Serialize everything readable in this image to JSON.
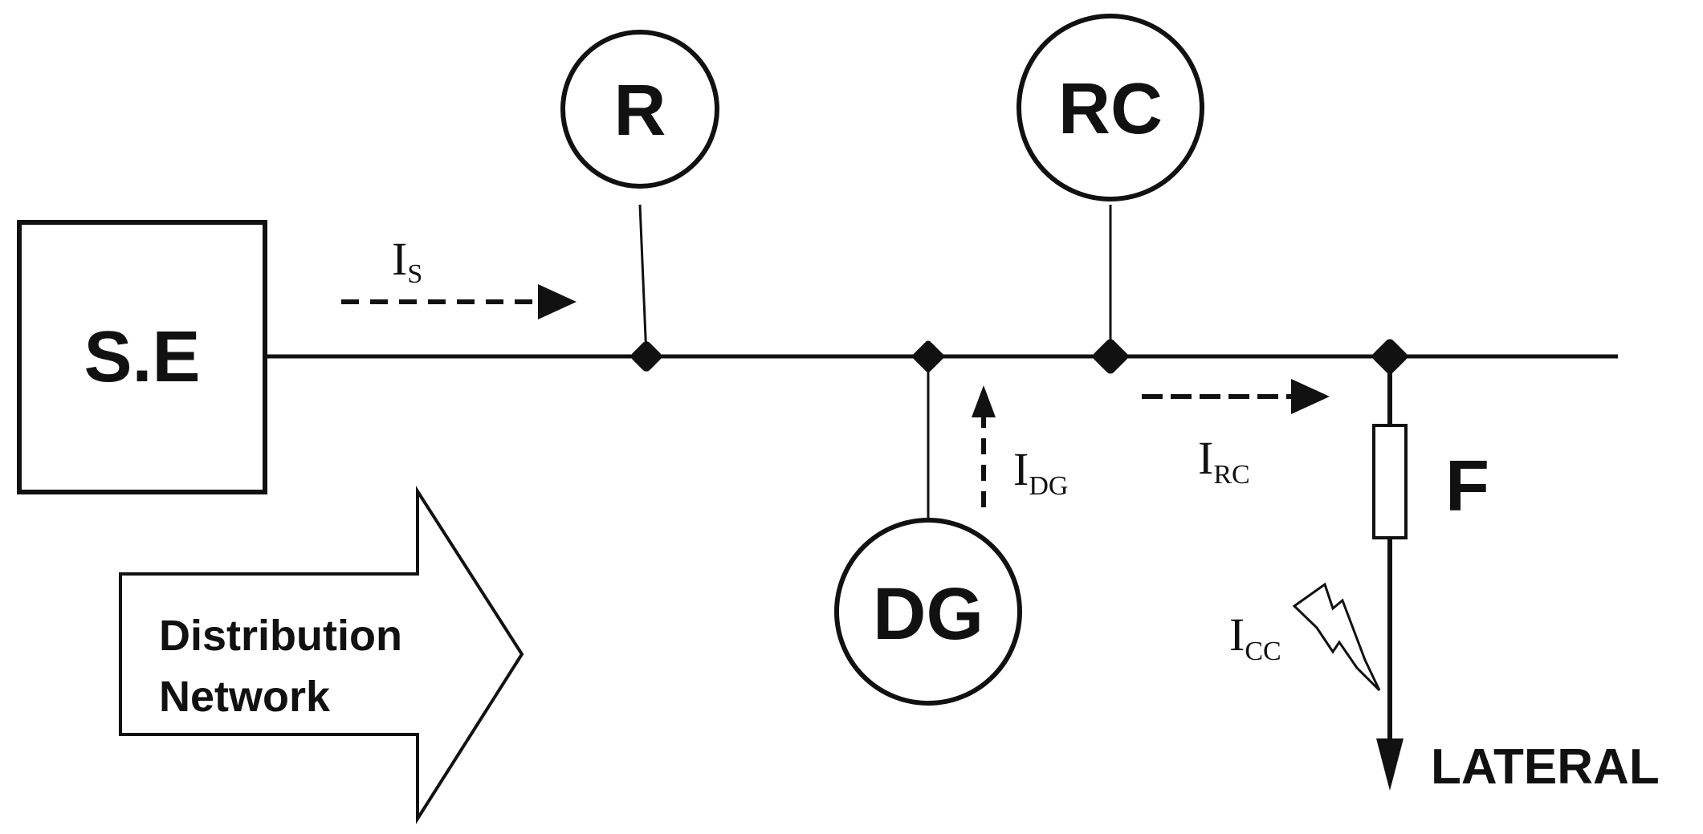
{
  "diagram": {
    "substation": {
      "label": "S.E"
    },
    "recloser": {
      "label": "R"
    },
    "recloser_controller": {
      "label": "RC"
    },
    "distributed_generation": {
      "label": "DG"
    },
    "fuse": {
      "label": "F"
    },
    "lateral": {
      "label": "LATERAL"
    },
    "network_arrow": {
      "line1": "Distribution",
      "line2": "Network"
    },
    "currents": {
      "source": {
        "main": "I",
        "sub": "S"
      },
      "dg": {
        "main": "I",
        "sub": "DG"
      },
      "rc": {
        "main": "I",
        "sub": "RC"
      },
      "short_circuit": {
        "main": "I",
        "sub": "CC"
      }
    },
    "icons": {
      "fault": "lightning-bolt-icon",
      "node": "junction-dot-icon"
    },
    "colors": {
      "ink": "#111111",
      "background": "#ffffff"
    }
  }
}
